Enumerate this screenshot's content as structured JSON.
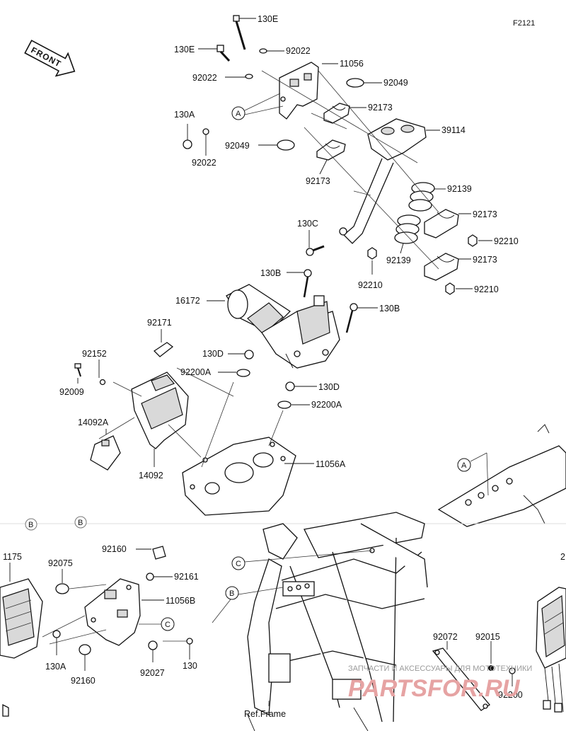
{
  "diagram_code": "F2121",
  "front_label": "FRONT",
  "ref_frame": "Ref.Frame",
  "callouts": {
    "a": "A",
    "b": "B",
    "c": "C"
  },
  "parts": {
    "p130E_1": "130E",
    "p130E_2": "130E",
    "p92022_1": "92022",
    "p92022_2": "92022",
    "p92022_3": "92022",
    "p11056": "11056",
    "p92049_1": "92049",
    "p92049_2": "92049",
    "p92173_1": "92173",
    "p92173_2": "92173",
    "p92173_3": "92173",
    "p92173_4": "92173",
    "p130A_1": "130A",
    "p39114": "39114",
    "p92139_1": "92139",
    "p92139_2": "92139",
    "p130C": "130C",
    "p92210_1": "92210",
    "p92210_2": "92210",
    "p92210_3": "92210",
    "p130B_1": "130B",
    "p130B_2": "130B",
    "p16172": "16172",
    "p92171": "92171",
    "p92152": "92152",
    "p130D_1": "130D",
    "p130D_2": "130D",
    "p92200A_1": "92200A",
    "p92200A_2": "92200A",
    "p92009": "92009",
    "p14092A": "14092A",
    "p14092": "14092",
    "p11056A": "11056A",
    "p1175": "1175",
    "p92075": "92075",
    "p92160_1": "92160",
    "p92160_2": "92160",
    "p92161": "92161",
    "p11056B": "11056B",
    "p130A_2": "130A",
    "p92027": "92027",
    "p130": "130",
    "p92072": "92072",
    "p92015": "92015",
    "p92200": "92200",
    "p2_edge": "2"
  },
  "watermark": {
    "text": "ЗАПЧАСТИ И АКСЕССУАРЫ ДЛЯ МОТОТЕХНИКИ",
    "logo": "PARTSFOR.RU"
  }
}
